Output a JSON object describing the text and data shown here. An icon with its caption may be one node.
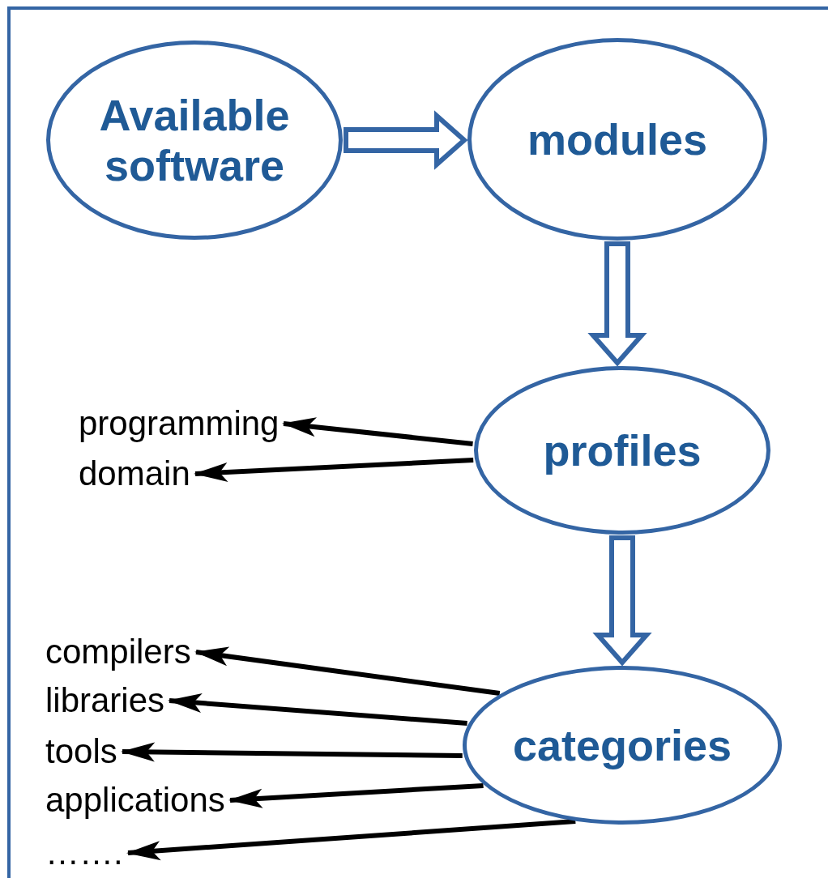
{
  "diagram": {
    "nodes": [
      {
        "text": [
          "Available software"
        ]
      },
      {
        "text": [
          "modules"
        ]
      },
      {
        "text": [
          "profiles"
        ]
      },
      {
        "text": [
          "programming"
        ]
      },
      {
        "text": [
          "domain"
        ]
      },
      {
        "text": [
          "categories"
        ]
      },
      {
        "text": [
          "compilers"
        ]
      },
      {
        "text": [
          "libraries"
        ]
      },
      {
        "text": [
          "tools"
        ]
      },
      {
        "text": [
          "applications"
        ]
      },
      {
        "text": [
          "……."
        ]
      }
    ],
    "edges": [
      {
        "from": 0,
        "to": 1,
        "arrow": "to",
        "style": "thick",
        "color": "#3465a4"
      },
      {
        "from": 1,
        "to": 2,
        "arrow": "to",
        "style": "thick",
        "color": "#3465a4"
      },
      {
        "from": 2,
        "to": 3,
        "arrow": "to"
      },
      {
        "from": 2,
        "to": 4,
        "arrow": "to"
      },
      {
        "from": 2,
        "to": 5,
        "arrow": "to",
        "style": "thick",
        "color": "#3465a4"
      },
      {
        "from": 5,
        "to": 6,
        "arrow": "to"
      },
      {
        "from": 5,
        "to": 7,
        "arrow": "to"
      },
      {
        "from": 5,
        "to": 8,
        "arrow": "to"
      },
      {
        "from": 5,
        "to": 9,
        "arrow": "to"
      },
      {
        "from": 5,
        "to": 10,
        "arrow": "to"
      }
    ]
  }
}
